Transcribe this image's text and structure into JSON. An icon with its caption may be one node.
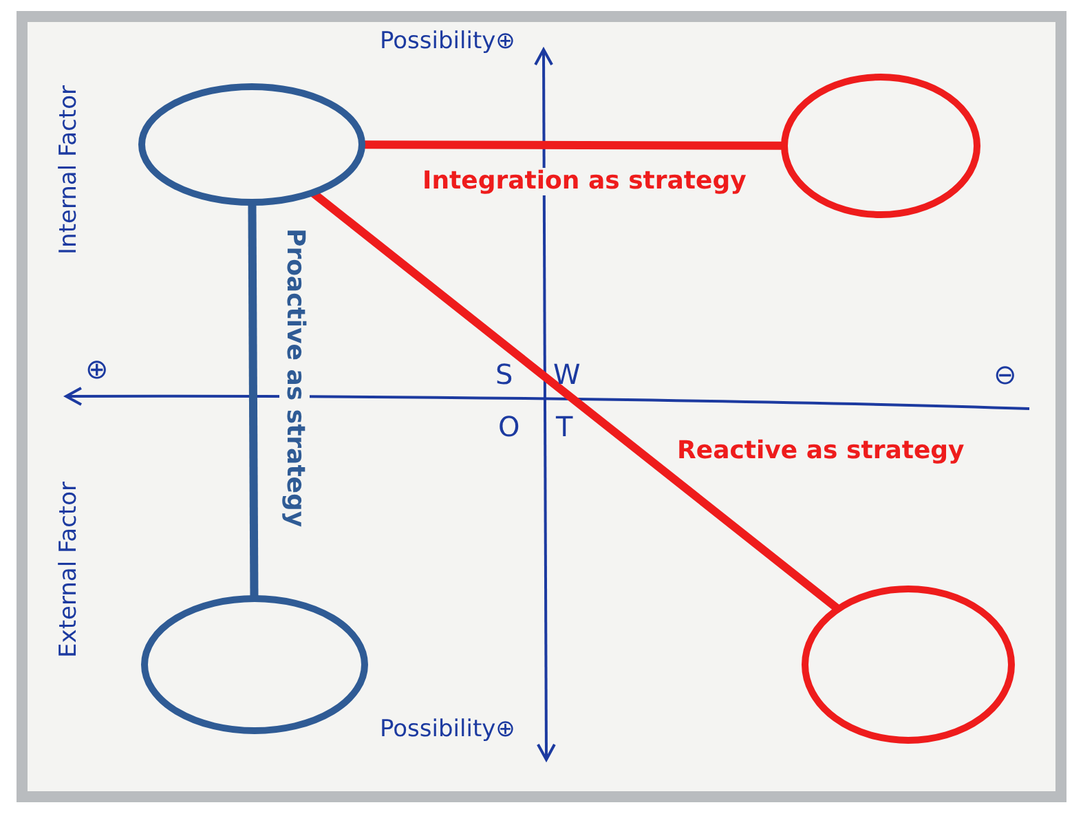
{
  "diagram": {
    "nodes": [
      {
        "text": [],
        "shape": "ellipse"
      },
      {
        "text": [],
        "shape": "ellipse"
      },
      {
        "text": [],
        "shape": "ellipse"
      },
      {
        "text": [],
        "shape": "ellipse"
      }
    ],
    "edges": [
      {
        "from": 0,
        "to": 1,
        "arrow": "none",
        "label": "Integration as strategy"
      },
      {
        "from": 0,
        "to": 2,
        "arrow": "none",
        "label": "Proactive as strategy",
        "color": "#2f5b95"
      },
      {
        "from": 0,
        "to": 3,
        "arrow": "none",
        "label": "Reactive as strategy"
      }
    ],
    "labels": [
      "Possibility⊕",
      "Internal Factor",
      "⊕",
      "S",
      "W",
      "⊖",
      "O",
      "T",
      "External Factor",
      "Possibility⊕"
    ]
  }
}
